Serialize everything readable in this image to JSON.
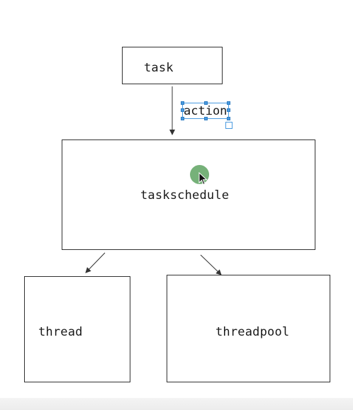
{
  "nodes": {
    "task": {
      "label": "task"
    },
    "taskschedule": {
      "label": "taskschedule"
    },
    "thread": {
      "label": "thread"
    },
    "threadpool": {
      "label": "threadpool"
    }
  },
  "edges": [
    {
      "from": "task",
      "to": "taskschedule",
      "label": "action"
    },
    {
      "from": "taskschedule",
      "to": "thread",
      "label": ""
    },
    {
      "from": "taskschedule",
      "to": "threadpool",
      "label": ""
    }
  ],
  "selection": {
    "selected_element": "action",
    "handle_color": "#4a9be0"
  },
  "cursor": {
    "highlight_color": "#6aaa6e",
    "icon": "arrow-pointer-icon"
  }
}
